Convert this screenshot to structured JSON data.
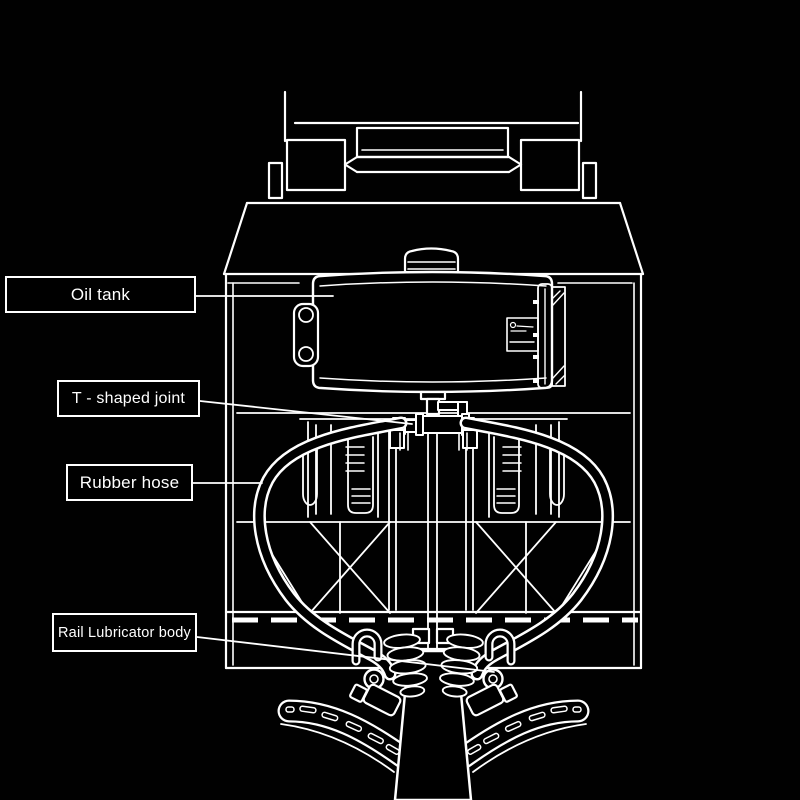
{
  "canvas": {
    "background": "#000000",
    "line_color": "#ffffff"
  },
  "labels": {
    "oil_tank": "Oil tank",
    "t_joint": "T - shaped joint",
    "rubber_hose": "Rubber hose",
    "lubricator_body": "Rail Lubricator body"
  }
}
